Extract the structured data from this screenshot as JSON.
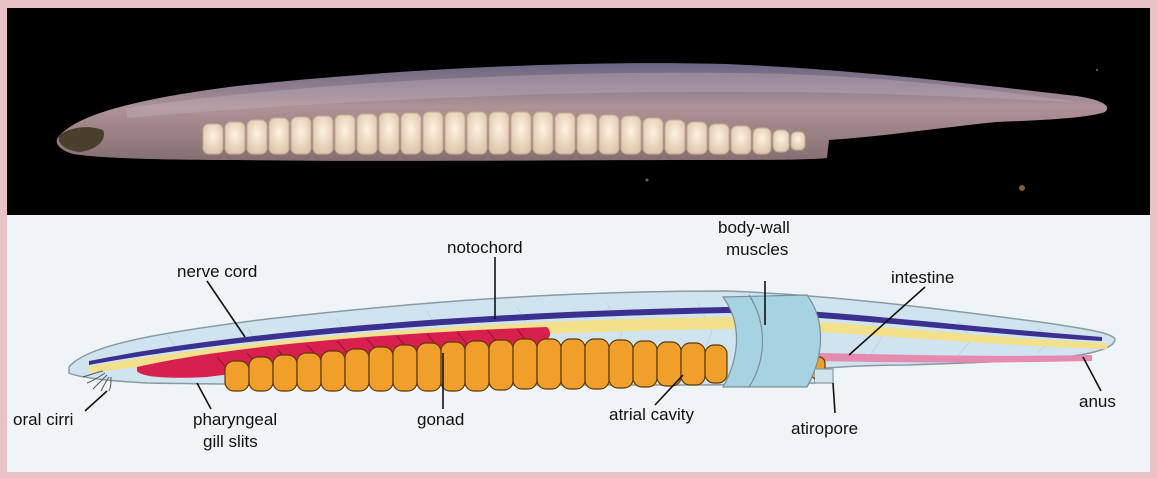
{
  "labels": {
    "nerve_cord": "nerve cord",
    "notochord": "notochord",
    "body_wall_line1": "body-wall",
    "body_wall_line2": "muscles",
    "intestine": "intestine",
    "oral_cirri": "oral cirri",
    "pharyngeal_line1": "pharyngeal",
    "pharyngeal_line2": "gill slits",
    "gonad": "gonad",
    "atrial_cavity": "atrial cavity",
    "atiropore": "atiropore",
    "anus": "anus"
  },
  "colors": {
    "frame": "#e9c2c6",
    "photo_background": "#000000",
    "diagram_background": "#eff5f7",
    "body": "#cfe4ee",
    "nerve_cord": "#3b2f8f",
    "notochord": "#f2e08a",
    "pharynx": "#d8204f",
    "gonad": "#f0a02a",
    "muscle_block": "#a6d3e2",
    "intestine": "#e58bb0"
  }
}
